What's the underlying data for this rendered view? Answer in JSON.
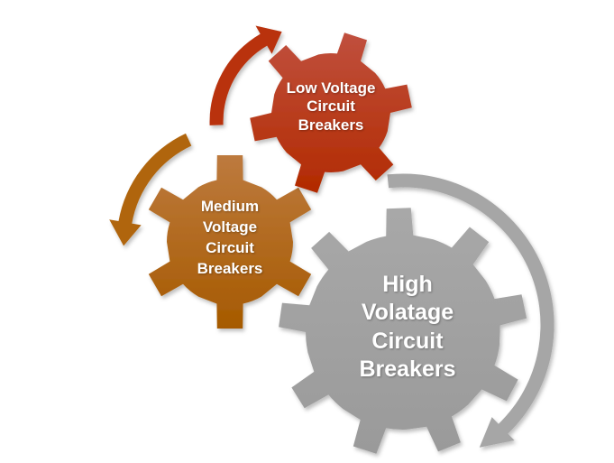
{
  "gears": [
    {
      "id": "low",
      "lines": [
        "Low Voltage",
        "Circuit",
        "Breakers"
      ],
      "color_top": "#c0503e",
      "color_bottom": "#b22a00",
      "teeth": 6
    },
    {
      "id": "medium",
      "lines": [
        "Medium",
        "Voltage",
        "Circuit",
        "Breakers"
      ],
      "color_top": "#bd7a3e",
      "color_bottom": "#a65a00",
      "teeth": 6
    },
    {
      "id": "high",
      "lines": [
        "High",
        "Volatage",
        "Circuit",
        "Breakers"
      ],
      "color_top": "#a8a8a8",
      "color_bottom": "#9a9a9a",
      "teeth": 9
    }
  ],
  "arrows": {
    "low": "#b9300a",
    "medium": "#b0650d",
    "high": "#a6a6a6"
  }
}
